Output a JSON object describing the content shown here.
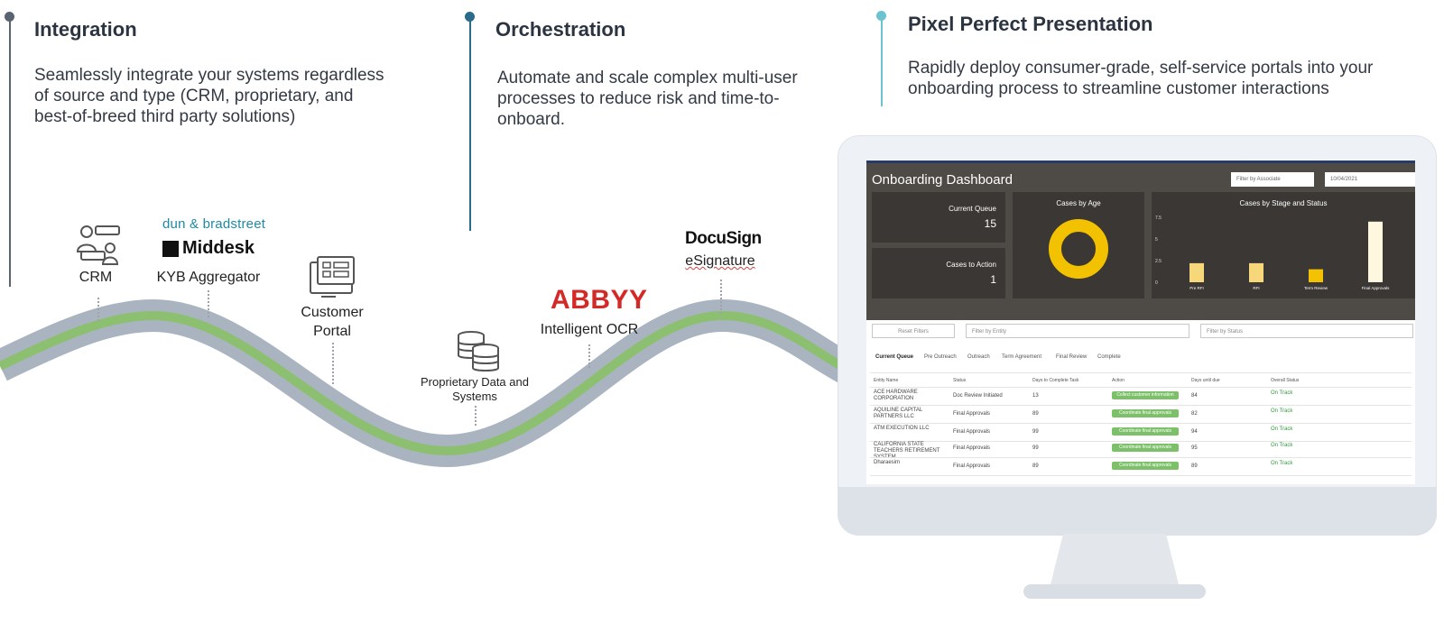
{
  "columns": [
    {
      "title": "Integration",
      "desc": "Seamlessly integrate your systems regardless of source and type (CRM, proprietary, and best-of-breed third party solutions)"
    },
    {
      "title": "Orchestration",
      "desc": "Automate and scale complex multi-user processes to reduce risk and time-to-onboard."
    },
    {
      "title": "Pixel Perfect Presentation",
      "desc": "Rapidly deploy consumer-grade, self-service portals into your onboarding process to streamline customer interactions"
    }
  ],
  "colors": {
    "col1": "#5a6470",
    "col2": "#2a6a8a",
    "col3": "#6cc3d0",
    "wave_outer": "#a9b4c0",
    "wave_inner": "#8cc070",
    "abbyy": "#d42a27"
  },
  "items": {
    "crm": "CRM",
    "dnb": "dun & bradstreet",
    "middesk": "Middesk",
    "kyb": "KYB Aggregator",
    "portal": "Customer Portal",
    "proprietary": "Proprietary Data and Systems",
    "abbyy": "ABBYY",
    "ocr": "Intelligent OCR",
    "docusign": "DocuSign",
    "esig": "eSignature"
  },
  "dashboard": {
    "title": "Onboarding Dashboard",
    "filter_associate": "Filter by Associate",
    "date": "10/04/2021",
    "current_queue_label": "Current Queue",
    "current_queue_value": "15",
    "cases_to_action_label": "Cases to Action",
    "cases_to_action_value": "1",
    "cases_by_age": "Cases by Age",
    "cases_by_stage": "Cases by Stage and Status",
    "reset": "Reset Filters",
    "filter_entity": "Filter by Entity",
    "filter_status": "Filter by Status",
    "tabs": [
      "Current Queue",
      "Pre Outreach",
      "Outreach",
      "Term Agreement",
      "Final Review",
      "Complete"
    ],
    "headers": [
      "Entity Name",
      "Status",
      "Days to Complete Task",
      "Action",
      "Days until due",
      "Overall Status"
    ],
    "rows": [
      {
        "entity": "ACE HARDWARE CORPORATION",
        "status": "Doc Review Initiated",
        "days": "13",
        "action": "Collect customer information",
        "due": "84",
        "overall": "On Track"
      },
      {
        "entity": "AQUILINE CAPITAL PARTNERS LLC",
        "status": "Final Approvals",
        "days": "89",
        "action": "Coordinate final approvals",
        "due": "82",
        "overall": "On Track"
      },
      {
        "entity": "ATM EXECUTION LLC",
        "status": "Final Approvals",
        "days": "99",
        "action": "Coordinate final approvals",
        "due": "94",
        "overall": "On Track"
      },
      {
        "entity": "CALIFORNIA STATE TEACHERS RETIREMENT SYSTEM",
        "status": "Final Approvals",
        "days": "99",
        "action": "Coordinate final approvals",
        "due": "95",
        "overall": "On Track"
      },
      {
        "entity": "Dharaesim",
        "status": "Final Approvals",
        "days": "89",
        "action": "Coordinate final approvals",
        "due": "89",
        "overall": "On Track"
      }
    ],
    "bar_chart": {
      "y_ticks": [
        "7.5",
        "5",
        "2.5",
        "0"
      ],
      "categories": [
        "Pre RFI",
        "RFI",
        "Term Review",
        "Final Approvals"
      ],
      "values": [
        2.2,
        2.2,
        1.5,
        7.0
      ]
    }
  }
}
